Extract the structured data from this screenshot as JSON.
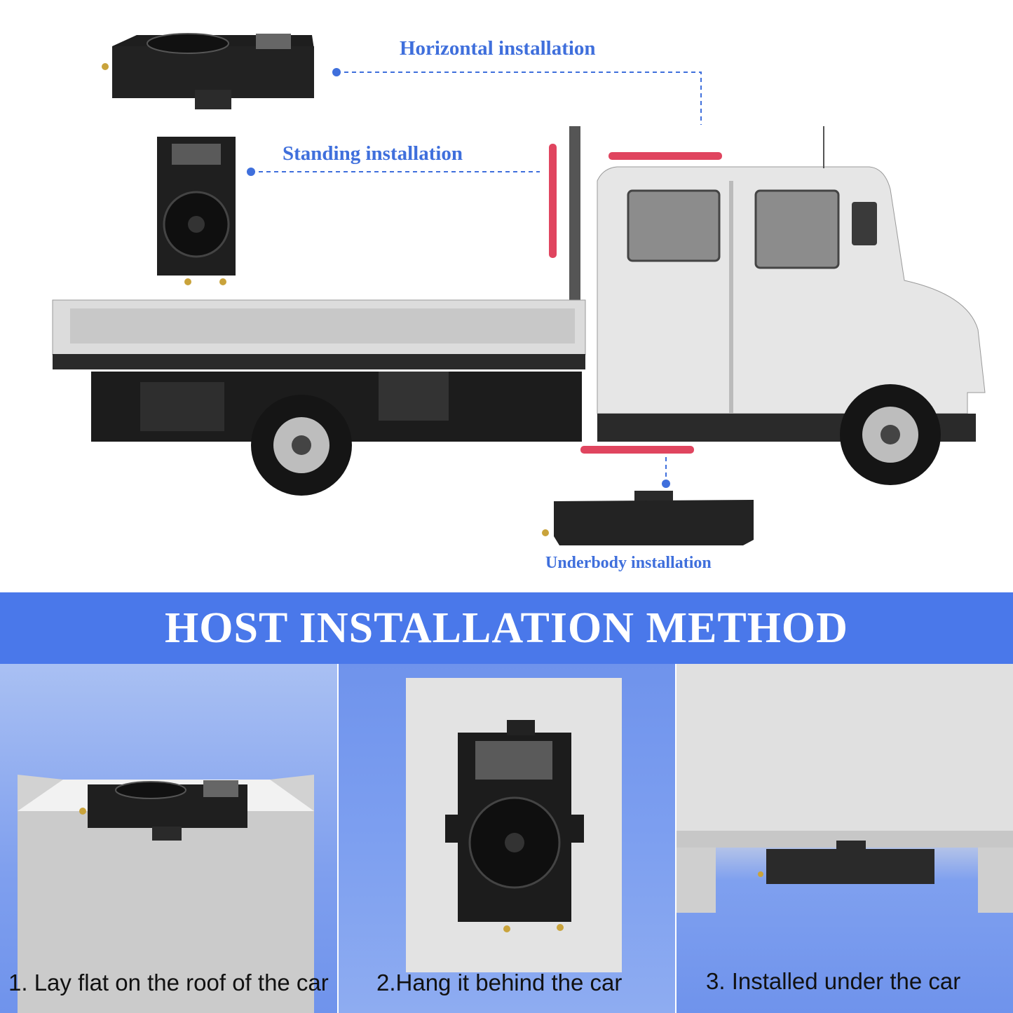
{
  "top": {
    "labels": {
      "horizontal": "Horizontal installation",
      "standing": "Standing installation",
      "underbody": "Underbody installation"
    }
  },
  "banner": {
    "title": "HOST INSTALLATION METHOD"
  },
  "panels": [
    {
      "caption": "1. Lay flat on the roof of the car"
    },
    {
      "caption": "2.Hang it behind the car"
    },
    {
      "caption": "3. Installed under the car"
    }
  ],
  "colors": {
    "accent_blue": "#4a78ea",
    "label_blue": "#3f6fdc",
    "marker_red": "#e0455f",
    "unit_black": "#1e1e1e"
  }
}
